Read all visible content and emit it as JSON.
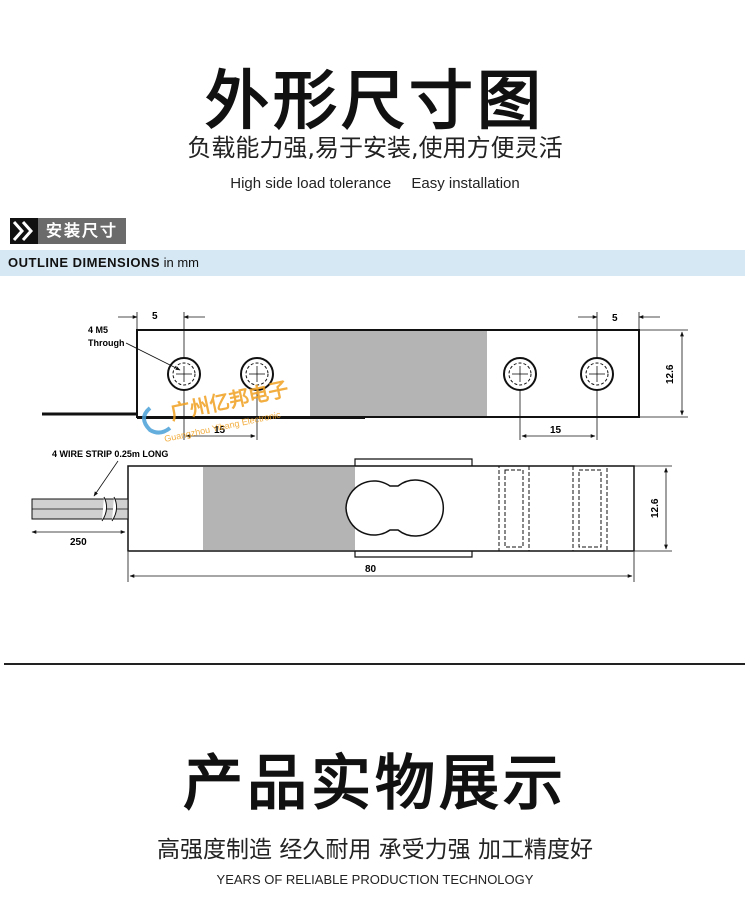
{
  "header": {
    "title": "外形尺寸图",
    "subtitle_cn": "负载能力强,易于安装,使用方便灵活",
    "subtitle_en_1": "High side load tolerance",
    "subtitle_en_2": "Easy installation"
  },
  "section": {
    "tag": "安装尺寸",
    "banner_bold": "OUTLINE DIMENSIONS",
    "banner_unit": " in mm"
  },
  "drawing": {
    "labels": {
      "dim_5_left": "5",
      "dim_5_right": "5",
      "hole_note_1": "4 M5",
      "hole_note_2": "Through",
      "dim_15_left": "15",
      "dim_15_right": "15",
      "dim_12_6_top": "12.6",
      "dim_12_6_bottom": "12.6",
      "wire_note": "4 WIRE STRIP 0.25m LONG",
      "dim_250": "250",
      "dim_80": "80"
    },
    "watermark": {
      "cn": "广州亿邦电子",
      "en": "Guangzhou Yibang Electronic"
    }
  },
  "footer": {
    "title": "产品实物展示",
    "subtitle_cn": "高强度制造 经久耐用 承受力强 加工精度好",
    "subtitle_en": "YEARS OF RELIABLE PRODUCTION TECHNOLOGY"
  },
  "colors": {
    "banner_bg": "#d6e8f4",
    "tag_bg": "#6b6b6b",
    "shade": "#b4b4b4",
    "watermark": "#f0a020"
  }
}
